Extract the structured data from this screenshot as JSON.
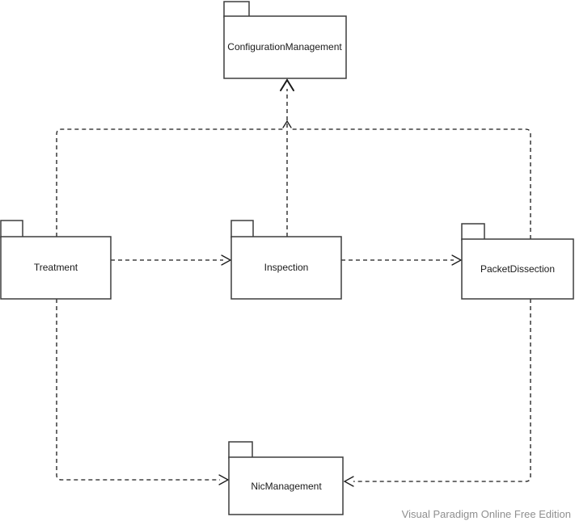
{
  "diagram": {
    "type": "uml-package-diagram",
    "packages": [
      {
        "name": "ConfigurationManagement"
      },
      {
        "name": "Treatment"
      },
      {
        "name": "Inspection"
      },
      {
        "name": "PacketDissection"
      },
      {
        "name": "NicManagement"
      }
    ],
    "dependencies": [
      {
        "from": "Treatment",
        "to": "Inspection",
        "style": "dashed-open-arrow"
      },
      {
        "from": "Inspection",
        "to": "PacketDissection",
        "style": "dashed-open-arrow"
      },
      {
        "from": "Inspection",
        "to": "ConfigurationManagement",
        "style": "dashed-open-arrow"
      },
      {
        "from": "Treatment",
        "to": "ConfigurationManagement",
        "style": "dashed-open-arrow"
      },
      {
        "from": "PacketDissection",
        "to": "ConfigurationManagement",
        "style": "dashed-open-arrow"
      },
      {
        "from": "Treatment",
        "to": "NicManagement",
        "style": "dashed-open-arrow"
      },
      {
        "from": "PacketDissection",
        "to": "NicManagement",
        "style": "dashed-open-arrow"
      }
    ]
  },
  "watermark": "Visual Paradigm Online Free Edition",
  "colors": {
    "bg": "#ffffff",
    "border": "#3d3d3d",
    "line": "#1a1a1a",
    "text": "#1a1a1a",
    "watermark": "#8f8f8f"
  }
}
